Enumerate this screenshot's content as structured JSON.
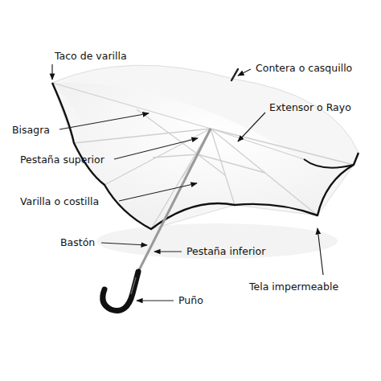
{
  "diagram": {
    "labels": [
      "Taco de varilla",
      "Contera o casquillo",
      "Extensor o Rayo",
      "Bisagra",
      "Pestaña superior",
      "Varilla o costilla",
      "Bastón",
      "Pestaña inferior",
      "Tela impermeable",
      "Puño"
    ]
  }
}
